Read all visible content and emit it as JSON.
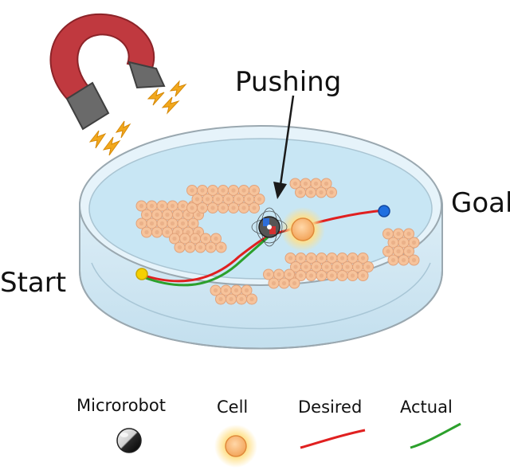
{
  "labels": {
    "pushing": "Pushing",
    "goal": "Goal",
    "start": "Start"
  },
  "legend": {
    "microrobot": "Microrobot",
    "cell": "Cell",
    "desired": "Desired",
    "actual": "Actual"
  },
  "colors": {
    "magnet_red": "#c0393f",
    "magnet_pole": "#6a6a6a",
    "spark": "#f2a81d",
    "dish_fill": "#d9edf6",
    "dish_rim": "#9aa8b0",
    "media": "#c8e6f4",
    "cell_fill": "#f6c39b",
    "cell_edge": "#e2a27a",
    "target_cell": "#f3a55a",
    "desired_path": "#e02020",
    "actual_path": "#2ca02c",
    "start_dot": "#f5d000",
    "goal_dot": "#1f6fe0"
  },
  "icons": {
    "magnet": "horseshoe-magnet-icon",
    "spark": "lightning-icon",
    "microrobot": "microrobot-sphere-icon"
  }
}
